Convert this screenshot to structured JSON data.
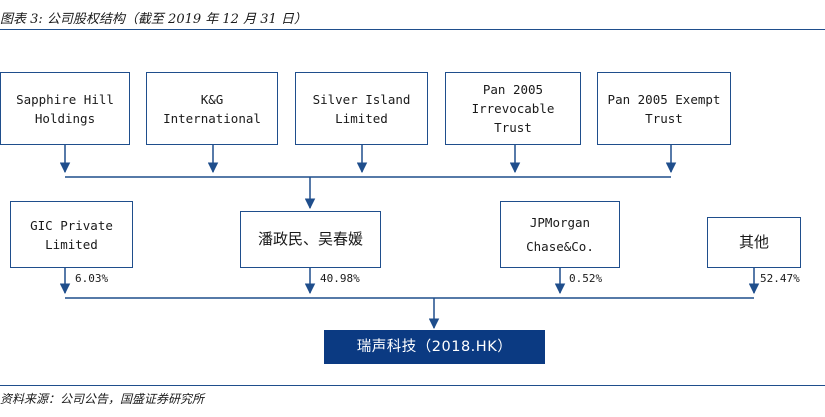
{
  "caption": "图表 3: 公司股权结构（截至 2019 年 12 月 31 日）",
  "source": "资料来源：公司公告，国盛证券研究所",
  "top_holders": [
    {
      "label": "Sapphire Hill\nHoldings"
    },
    {
      "label": "K&G\nInternational"
    },
    {
      "label": "Silver Island\nLimited"
    },
    {
      "label": "Pan 2005\nIrrevocable\nTrust"
    },
    {
      "label": "Pan 2005 Exempt\nTrust"
    }
  ],
  "shareholders": [
    {
      "label": "GIC Private\nLimited",
      "percent": "6.03%"
    },
    {
      "label": "潘政民、吴春媛",
      "percent": "40.98%"
    },
    {
      "label": "JPMorgan\nChase&Co.",
      "percent": "0.52%"
    },
    {
      "label": "其他",
      "percent": "52.47%"
    }
  ],
  "company": {
    "label": "瑞声科技（2018.HK）"
  },
  "colors": {
    "line": "#1f4e8c",
    "company_fill": "#0b3a82"
  }
}
